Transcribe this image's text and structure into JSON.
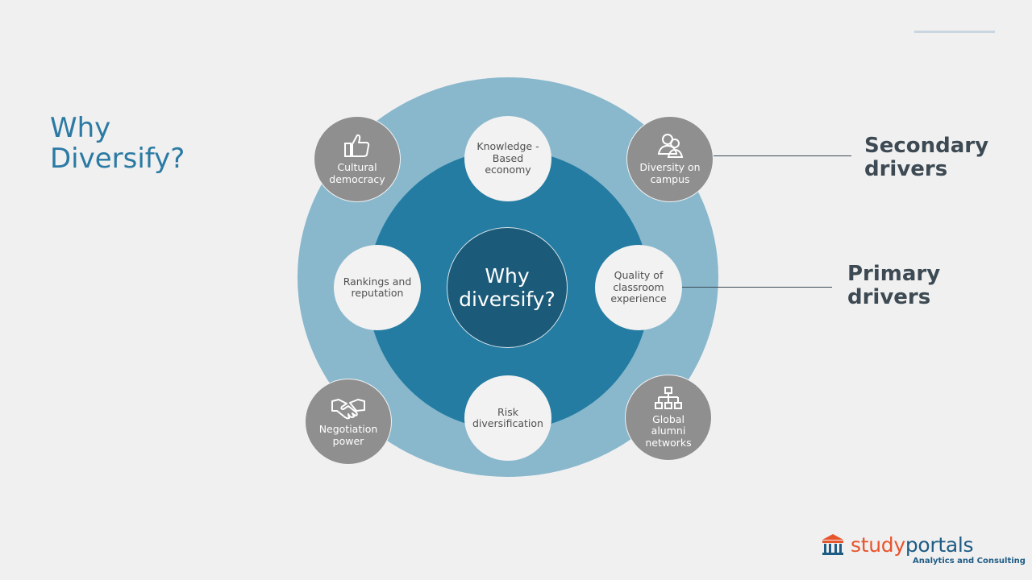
{
  "slide": {
    "title_line1": "Why",
    "title_line2": "Diversify?"
  },
  "center": {
    "line1": "Why",
    "line2": "diversify?"
  },
  "primary_nodes": [
    {
      "label": "Knowledge  -\nBased\neconomy"
    },
    {
      "label": "Rankings and\nreputation"
    },
    {
      "label": "Quality of\nclassroom\nexperience"
    },
    {
      "label": "Risk\ndiversification"
    }
  ],
  "secondary_nodes": [
    {
      "label": "Cultural\ndemocracy",
      "icon": "thumbs-up-icon"
    },
    {
      "label": "Diversity on\ncampus",
      "icon": "people-group-icon"
    },
    {
      "label": "Negotiation\npower",
      "icon": "handshake-icon"
    },
    {
      "label": "Global\nalumni\nnetworks",
      "icon": "network-hierarchy-icon"
    }
  ],
  "legend": {
    "secondary_line1": "Secondary",
    "secondary_line2": "drivers",
    "primary_line1": "Primary",
    "primary_line2": "drivers"
  },
  "logo": {
    "word_part1": "study",
    "word_part2": "portals",
    "tagline": "Analytics and Consulting"
  },
  "colors": {
    "title_blue": "#2a7aa4",
    "outer_ring": "#89b8cd",
    "inner_ring": "#247ca2",
    "core": "#1b5a78",
    "secondary_node": "#8f8f8f",
    "primary_node": "#f2f2f2",
    "logo_orange": "#e8542b",
    "logo_navy": "#1f5c85"
  }
}
